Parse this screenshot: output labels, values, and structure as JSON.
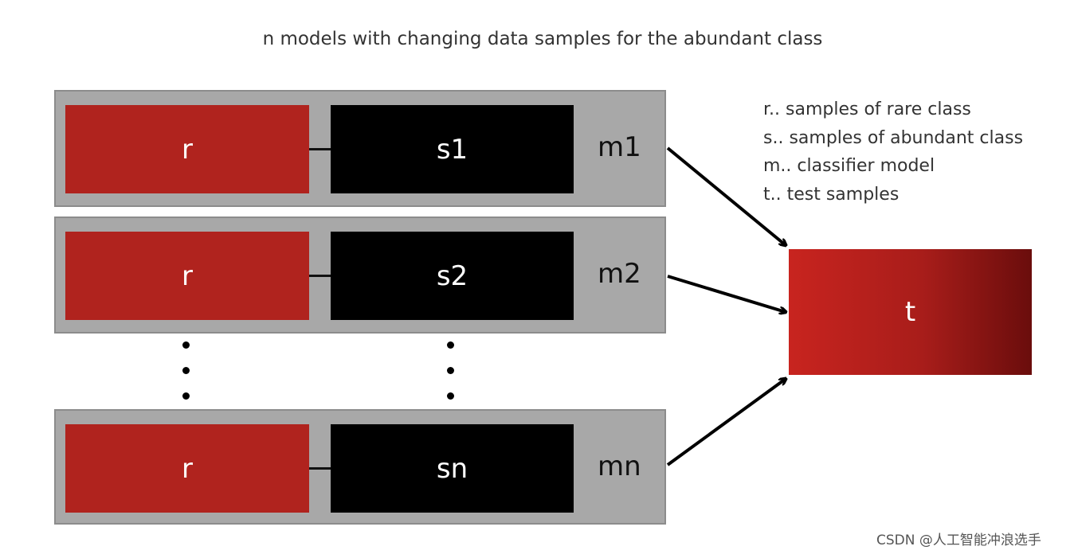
{
  "title": "n models with changing data samples for the abundant class",
  "models": [
    {
      "r": "r",
      "s": "s1",
      "m": "m1"
    },
    {
      "r": "r",
      "s": "s2",
      "m": "m2"
    },
    {
      "r": "r",
      "s": "sn",
      "m": "mn"
    }
  ],
  "legend": [
    "r.. samples of rare class",
    "s.. samples of abundant class",
    "m.. classifier model",
    "t.. test samples"
  ],
  "test_box": "t",
  "watermark": "CSDN @人工智能冲浪选手",
  "colors": {
    "rare": "#b0231e",
    "abundant": "#000000",
    "panel": "#a8a8a8",
    "test": "#c8241f"
  }
}
